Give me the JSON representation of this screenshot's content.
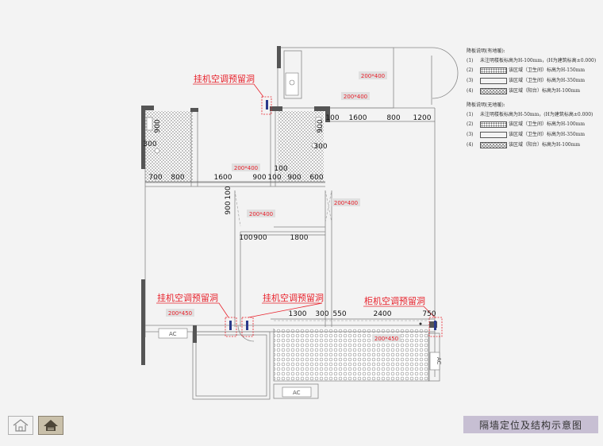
{
  "annotations": {
    "wall_ac_label": "挂机空调预留洞",
    "floor_ac_label": "柜机空调预留洞",
    "opening_200x400": "200*400",
    "opening_200x450": "200*450",
    "ac_unit": "AC"
  },
  "dimensions": {
    "north_row": [
      "100",
      "1600",
      "800",
      "1200"
    ],
    "middle_row": [
      "700",
      "800",
      "1600",
      "900",
      "100",
      "900",
      "600"
    ],
    "middle_extra": "100",
    "left_stack_a": [
      "900",
      "300"
    ],
    "right_stack_a": [
      "900",
      "300"
    ],
    "vertical_pair": [
      "900",
      "100"
    ],
    "lower_row": [
      "100",
      "900",
      "1800"
    ],
    "south_row": [
      "1300",
      "300",
      "550",
      "2400",
      "750"
    ]
  },
  "legend": {
    "title_with_floor": "降板说明(有地暖):",
    "items_with_floor": [
      {
        "num": "(1)",
        "text": "未注明楼板标高为H-100mm，(H为建筑标高±0.000)",
        "pattern": "none"
      },
      {
        "num": "(2)",
        "text": "该区域（卫生间）标高为H-150mm",
        "pattern": "dots"
      },
      {
        "num": "(3)",
        "text": "该区域（卫生间）标高为H-350mm",
        "pattern": "cross"
      },
      {
        "num": "(4)",
        "text": "该区域（阳台）标高为H-100mm",
        "pattern": "hex"
      }
    ],
    "title_without_floor": "降板说明(无地暖):",
    "items_without_floor": [
      {
        "num": "(1)",
        "text": "未注明楼板标高为H-50mm，(H为建筑标高±0.000)",
        "pattern": "none"
      },
      {
        "num": "(2)",
        "text": "该区域（卫生间）标高为H-100mm",
        "pattern": "dots"
      },
      {
        "num": "(3)",
        "text": "该区域（卫生间）标高为H-350mm",
        "pattern": "cross"
      },
      {
        "num": "(4)",
        "text": "该区域（阳台）标高为H-100mm",
        "pattern": "hex"
      }
    ]
  },
  "footer": {
    "page_title": "隔墙定位及结构示意图",
    "home_icon": "home-icon",
    "up_icon": "up-level-icon"
  },
  "colors": {
    "annotation_red": "#e8202a",
    "opening_label_bg": "#e0e0e0",
    "wall_gray": "#555555",
    "title_bar": "#c7bfd3"
  }
}
